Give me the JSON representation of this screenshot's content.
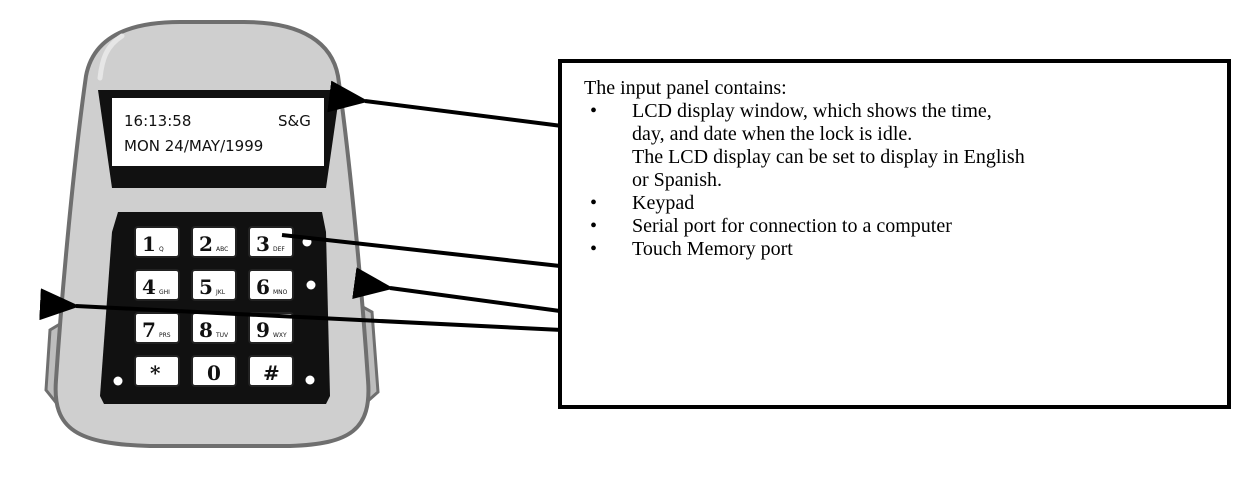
{
  "lcd": {
    "line1_time": "16:13:58",
    "line1_brand": "S&G",
    "line2": "MON  24/MAY/1999"
  },
  "keypad": {
    "keys": [
      {
        "digit": "1",
        "sub": "Q"
      },
      {
        "digit": "2",
        "sub": "ABC"
      },
      {
        "digit": "3",
        "sub": "DEF"
      },
      {
        "digit": "4",
        "sub": "GHI"
      },
      {
        "digit": "5",
        "sub": "JKL"
      },
      {
        "digit": "6",
        "sub": "MNO"
      },
      {
        "digit": "7",
        "sub": "PRS"
      },
      {
        "digit": "8",
        "sub": "TUV"
      },
      {
        "digit": "9",
        "sub": "WXY"
      },
      {
        "digit": "*",
        "sub": ""
      },
      {
        "digit": "0",
        "sub": ""
      },
      {
        "digit": "#",
        "sub": ""
      }
    ]
  },
  "callout": {
    "heading": "The input panel contains:",
    "bullet_char": "•",
    "items": [
      {
        "lines": [
          "LCD display window, which shows the time,",
          "day, and date when the lock is idle.",
          "The LCD display can be set to display in English",
          "or Spanish."
        ]
      },
      {
        "lines": [
          "Keypad"
        ]
      },
      {
        "lines": [
          "Serial port for connection to a computer"
        ]
      },
      {
        "lines": [
          "Touch Memory port"
        ]
      }
    ]
  }
}
